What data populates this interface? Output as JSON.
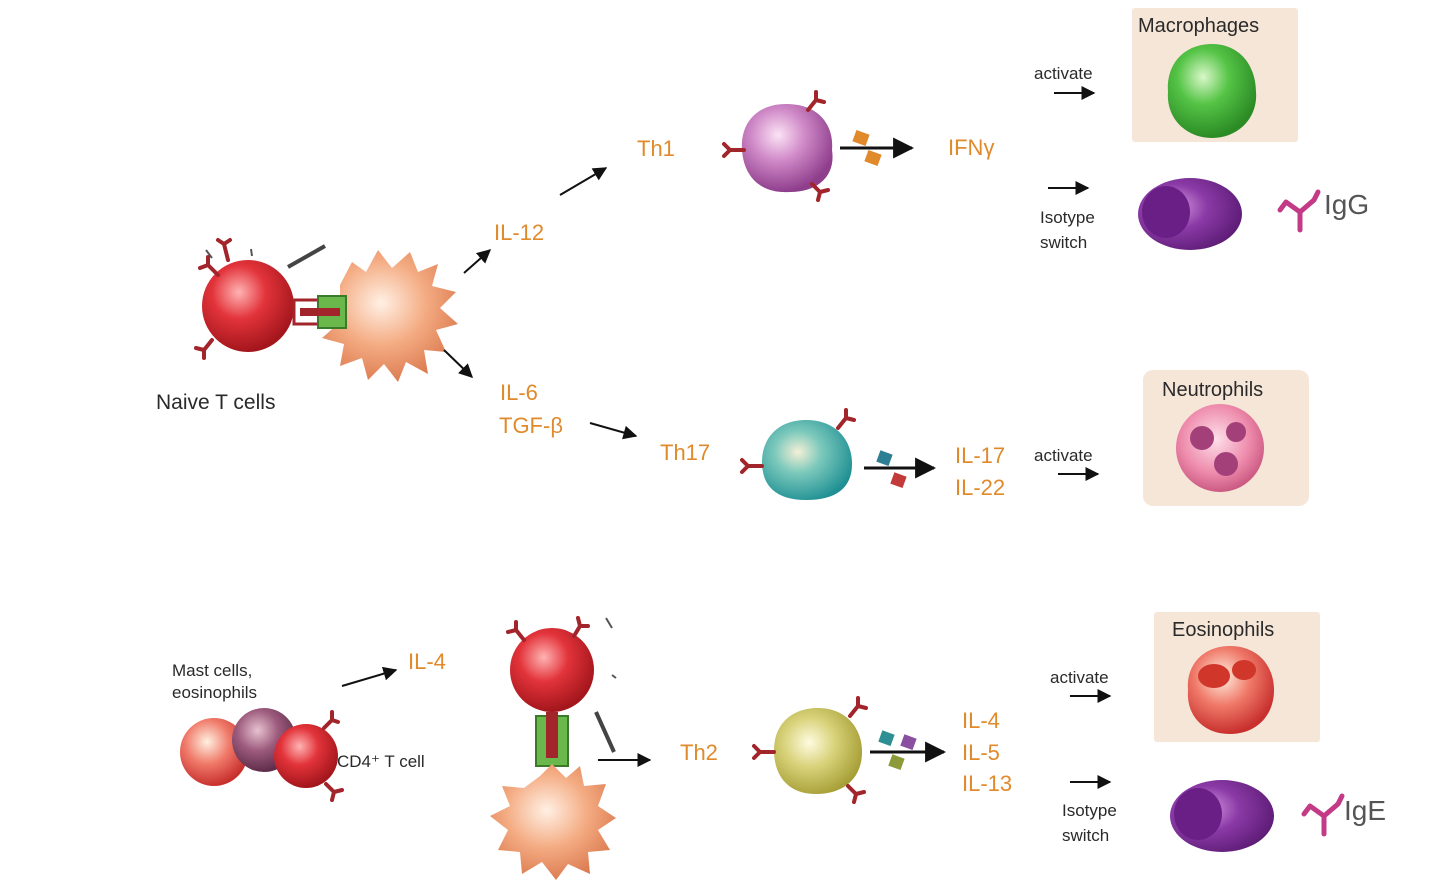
{
  "naive_label": "Naive T cells",
  "th1_branch": {
    "cytokine_in": "IL-12",
    "cell_label": "Th1",
    "cytokine_out": "IFNγ",
    "activate_label": "activate",
    "target_label": "Macrophages",
    "isotype_label_1": "Isotype",
    "isotype_label_2": "switch",
    "antibody_label": "IgG"
  },
  "th17_branch": {
    "cytokine_in_1": "IL-6",
    "cytokine_in_2": "TGF-β",
    "cell_label": "Th17",
    "cytokine_out_1": "IL-17",
    "cytokine_out_2": "IL-22",
    "activate_label": "activate",
    "target_label": "Neutrophils"
  },
  "th2_branch": {
    "source_label_1": "Mast cells,",
    "source_label_2": "eosinophils",
    "cd4_label": "CD4⁺ T cell",
    "cytokine_in": "IL-4",
    "cell_label": "Th2",
    "cytokine_out_1": "IL-4",
    "cytokine_out_2": "IL-5",
    "cytokine_out_3": "IL-13",
    "activate_label": "activate",
    "target_label": "Eosinophils",
    "isotype_label_1": "Isotype",
    "isotype_label_2": "switch",
    "antibody_label": "IgE"
  },
  "colors": {
    "cytokine_text": "#e08a2c",
    "label_text": "#2a2a2a",
    "panel_bg": "#f6e6d8",
    "t_cell_red": "#d9242c",
    "dendritic": "#f2a47a",
    "th1_cell": "#c77bc0",
    "th17_cell": "#3fb2a6",
    "th2_cell": "#c9c25a",
    "macrophage": "#4fbf43",
    "b_cell": "#7a2d96",
    "receptor": "#a2252b"
  }
}
